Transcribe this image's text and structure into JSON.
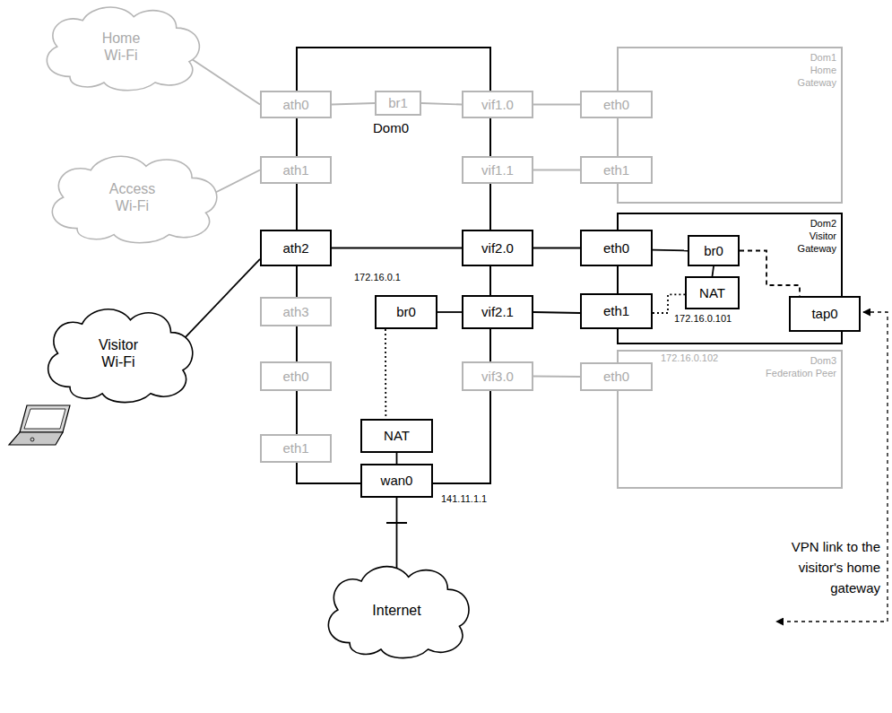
{
  "diagram": {
    "nodes": [
      {
        "text": [
          "Home Wi-Fi"
        ]
      },
      {
        "text": [
          "Access Wi-Fi"
        ]
      },
      {
        "text": [
          "Visitor Wi-Fi"
        ]
      },
      {
        "text": [
          "Dom0"
        ]
      },
      {
        "text": [
          "ath0"
        ],
        "in": 3
      },
      {
        "text": [
          "br1"
        ],
        "in": 3
      },
      {
        "text": [
          "vif1.0"
        ],
        "in": 3
      },
      {
        "text": [
          "ath1"
        ],
        "in": 3
      },
      {
        "text": [
          "vif1.1"
        ],
        "in": 3
      },
      {
        "text": [
          "ath2"
        ],
        "in": 3
      },
      {
        "text": [
          "vif2.0"
        ],
        "in": 3
      },
      {
        "text": [
          "br0"
        ],
        "in": 3
      },
      {
        "text": [
          "vif2.1"
        ],
        "in": 3
      },
      {
        "text": [
          "ath3"
        ],
        "in": 3
      },
      {
        "text": [
          "eth0"
        ],
        "in": 3
      },
      {
        "text": [
          "vif3.0"
        ],
        "in": 3
      },
      {
        "text": [
          "NAT"
        ],
        "in": 3
      },
      {
        "text": [
          "eth1"
        ],
        "in": 3
      },
      {
        "text": [
          "wan0"
        ],
        "in": 3
      },
      {
        "text": [
          "Dom1",
          "Home Gateway"
        ]
      },
      {
        "text": [
          "eth0"
        ],
        "in": 19
      },
      {
        "text": [
          "eth1"
        ],
        "in": 19
      },
      {
        "text": [
          "Dom2",
          "Visitor Gateway"
        ]
      },
      {
        "text": [
          "eth0"
        ],
        "in": 22
      },
      {
        "text": [
          "br0"
        ],
        "in": 22
      },
      {
        "text": [
          "NAT"
        ],
        "in": 22
      },
      {
        "text": [
          "eth1"
        ],
        "in": 22
      },
      {
        "text": [
          "tap0"
        ],
        "in": 22
      },
      {
        "text": [
          "Dom3",
          "Federation Peer"
        ]
      },
      {
        "text": [
          "eth0"
        ],
        "in": 28
      },
      {
        "text": [
          "Internet"
        ]
      }
    ],
    "edges": [
      {
        "from": 0,
        "to": 4,
        "arrow": "none"
      },
      {
        "from": 4,
        "to": 5,
        "arrow": "none"
      },
      {
        "from": 5,
        "to": 6,
        "arrow": "none"
      },
      {
        "from": 6,
        "to": 20,
        "arrow": "none"
      },
      {
        "from": 8,
        "to": 21,
        "arrow": "none"
      },
      {
        "from": 1,
        "to": 7,
        "arrow": "none"
      },
      {
        "from": 2,
        "to": 9,
        "arrow": "none"
      },
      {
        "from": 9,
        "to": 10,
        "arrow": "none"
      },
      {
        "from": 10,
        "to": 23,
        "arrow": "none"
      },
      {
        "from": 23,
        "to": 24,
        "arrow": "none"
      },
      {
        "from": 24,
        "to": 25,
        "arrow": "none"
      },
      {
        "from": 12,
        "to": 26,
        "arrow": "none"
      },
      {
        "from": 11,
        "to": 12,
        "arrow": "none"
      },
      {
        "from": 11,
        "to": 16,
        "arrow": "none"
      },
      {
        "from": 16,
        "to": 18,
        "arrow": "none"
      },
      {
        "from": 18,
        "to": 30,
        "arrow": "none"
      },
      {
        "from": 15,
        "to": 29,
        "arrow": "none"
      },
      {
        "from": 26,
        "to": 25,
        "arrow": "none"
      },
      {
        "from": 24,
        "to": 27,
        "arrow": "none"
      }
    ],
    "labels": [
      "172.16.0.1",
      "172.16.0.101",
      "172.16.0.102",
      "141.11.1.1",
      "VPN link to the visitor's home gateway"
    ]
  }
}
